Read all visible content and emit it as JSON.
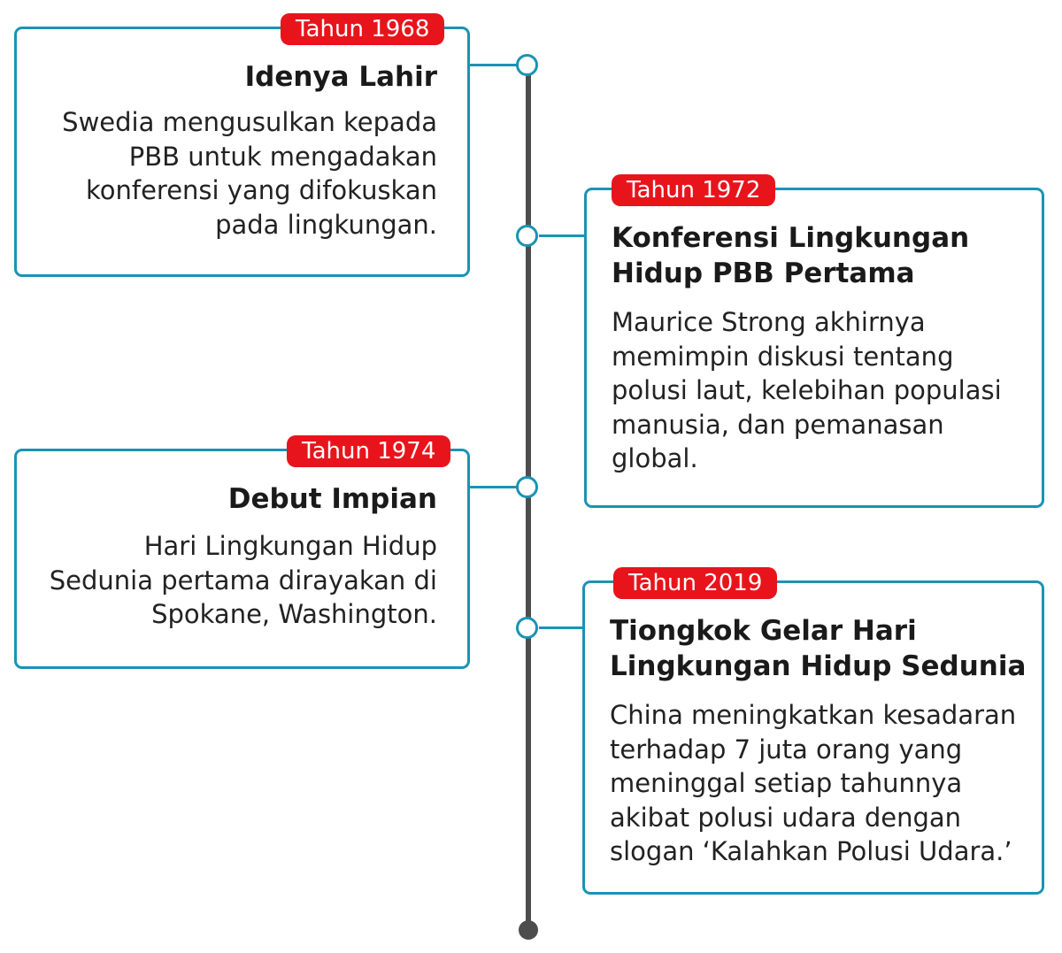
{
  "timeline": {
    "events": [
      {
        "year": "Tahun 1968",
        "title": "Idenya Lahir",
        "body": [
          "Swedia mengusulkan kepada",
          "PBB untuk mengadakan",
          "konferensi yang difokuskan",
          "pada lingkungan."
        ]
      },
      {
        "year": "Tahun 1972",
        "title": [
          "Konferensi Lingkungan",
          "Hidup PBB Pertama"
        ],
        "body": [
          "Maurice Strong akhirnya",
          "memimpin diskusi tentang",
          "polusi laut, kelebihan populasi",
          "manusia, dan pemanasan",
          "global."
        ]
      },
      {
        "year": "Tahun 1974",
        "title": "Debut Impian",
        "body": [
          "Hari Lingkungan Hidup",
          "Sedunia pertama dirayakan di",
          "Spokane, Washington."
        ]
      },
      {
        "year": "Tahun 2019",
        "title": [
          "Tiongkok Gelar Hari",
          "Lingkungan Hidup Sedunia"
        ],
        "body": [
          "China meningkatkan kesadaran",
          "terhadap 7 juta orang yang",
          "meninggal setiap tahunnya",
          "akibat polusi udara dengan",
          "slogan ‘Kalahkan Polusi Udara.’"
        ]
      }
    ]
  },
  "colors": {
    "accent": "#1a93b4",
    "badge": "#e8141c",
    "spine": "#4d4d4d"
  }
}
